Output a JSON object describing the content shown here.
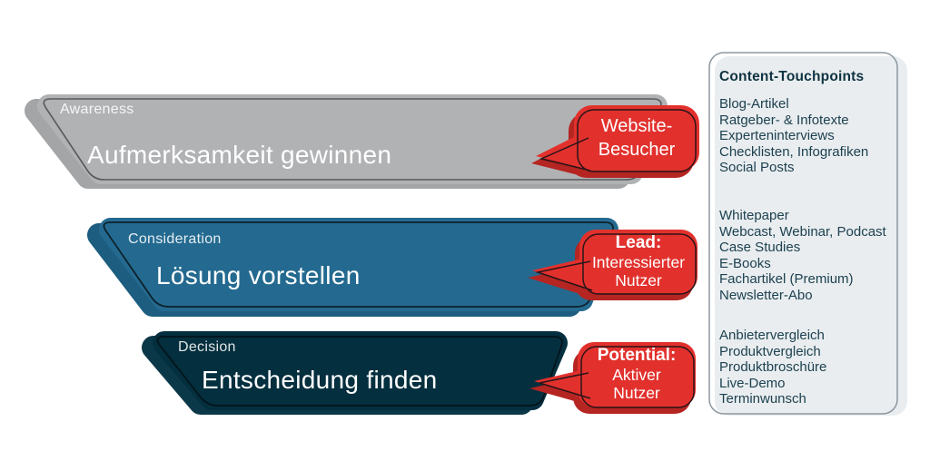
{
  "background": "#ffffff",
  "funnel": {
    "stages": [
      {
        "phase": "Awareness",
        "label": "Aufmerksamkeit gewinnen",
        "fill": "#b1b2b4",
        "shadow": "#a4a5a7",
        "outline": "#58595c"
      },
      {
        "phase": "Consideration",
        "label": "Lösung vorstellen",
        "fill": "#246a90",
        "shadow": "#1d5d80",
        "outline": "#0c222c"
      },
      {
        "phase": "Decision",
        "label": "Entscheidung finden",
        "fill": "#042f3e",
        "shadow": "#0b3848",
        "outline": "#02141b"
      }
    ]
  },
  "bubbles": {
    "fill": "#e2312d",
    "shadow": "#b52522",
    "outline": "#2a1418",
    "text_color": "#ffffff",
    "items": [
      {
        "lines": [
          "Website-",
          "Besucher"
        ]
      },
      {
        "lines": [
          "Lead:",
          "Interessierter",
          "Nutzer"
        ]
      },
      {
        "lines": [
          "Potential:",
          "Aktiver",
          "Nutzer"
        ]
      }
    ]
  },
  "touchpoints": {
    "title": "Content-Touchpoints",
    "bg": "#e9edef",
    "outline": "#8d97a0",
    "text_color": "#1d4150",
    "title_color": "#0f3342",
    "groups": [
      {
        "items": [
          "Blog-Artikel",
          "Ratgeber- & Infotexte",
          "Experteninterviews",
          "Checklisten, Infografiken",
          "Social Posts"
        ]
      },
      {
        "items": [
          "Whitepaper",
          "Webcast, Webinar, Podcast",
          "Case Studies",
          "E-Books",
          "Fachartikel (Premium)",
          "Newsletter-Abo"
        ]
      },
      {
        "items": [
          "Anbietervergleich",
          "Produktvergleich",
          "Produktbroschüre",
          "Live-Demo",
          "Terminwunsch"
        ]
      }
    ]
  }
}
